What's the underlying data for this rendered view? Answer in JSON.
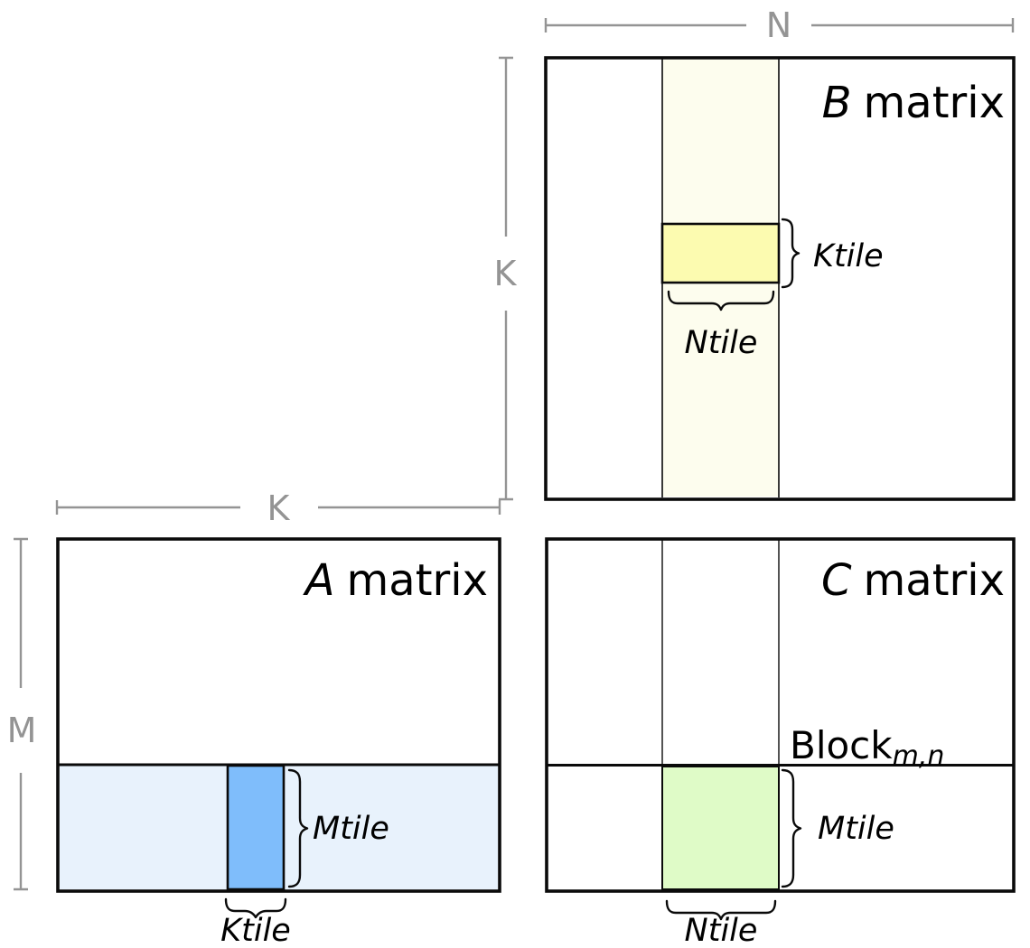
{
  "colors": {
    "b_strip_fill": "#fdfdee",
    "b_tile_fill": "#fcfbb0",
    "a_strip_fill": "#e8f2fc",
    "a_tile_fill": "#7fbdfb",
    "c_tile_fill": "#dffbc7",
    "dim_gray": "#949494",
    "stroke_black": "#0a0a0a"
  },
  "dimensions": {
    "n": "N",
    "k_side": "K",
    "k_top": "K",
    "m": "M"
  },
  "b_matrix": {
    "letter": "B",
    "name": "matrix",
    "ktile_label": "Ktile",
    "ntile_label": "Ntile"
  },
  "a_matrix": {
    "letter": "A",
    "name": "matrix",
    "mtile_label": "Mtile",
    "ktile_label": "Ktile"
  },
  "c_matrix": {
    "letter": "C",
    "name": "matrix",
    "block_label": "Block",
    "block_subscript": "m,n",
    "mtile_label": "Mtile",
    "ntile_label": "Ntile"
  }
}
